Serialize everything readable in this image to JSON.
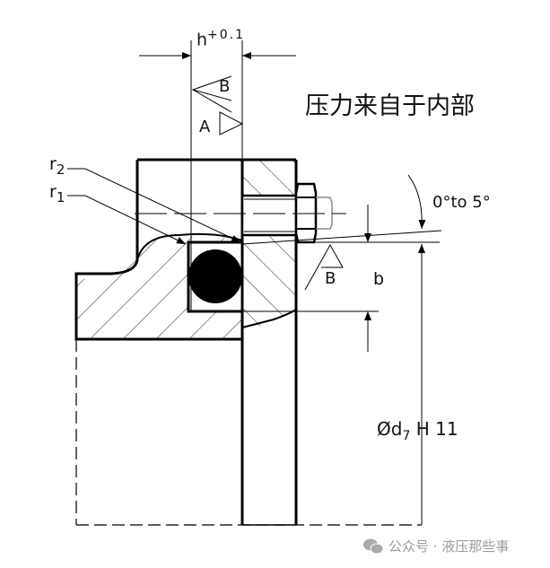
{
  "title": "压力来自于内部",
  "dimensions": {
    "h_label": "h",
    "h_tolerance": "+0.1",
    "b_label": "b",
    "d7_label": "Ød",
    "d7_sub": "7",
    "d7_fit": "H 11",
    "angle_label": "0°to 5°"
  },
  "radii": {
    "r1": "r",
    "r1_sub": "1",
    "r2": "r",
    "r2_sub": "2"
  },
  "surface_marks": {
    "a": "A",
    "b_top": "B",
    "b_right": "B"
  },
  "watermark": {
    "icon": "wechat-icon",
    "text": "公众号 · 液压那些事"
  }
}
